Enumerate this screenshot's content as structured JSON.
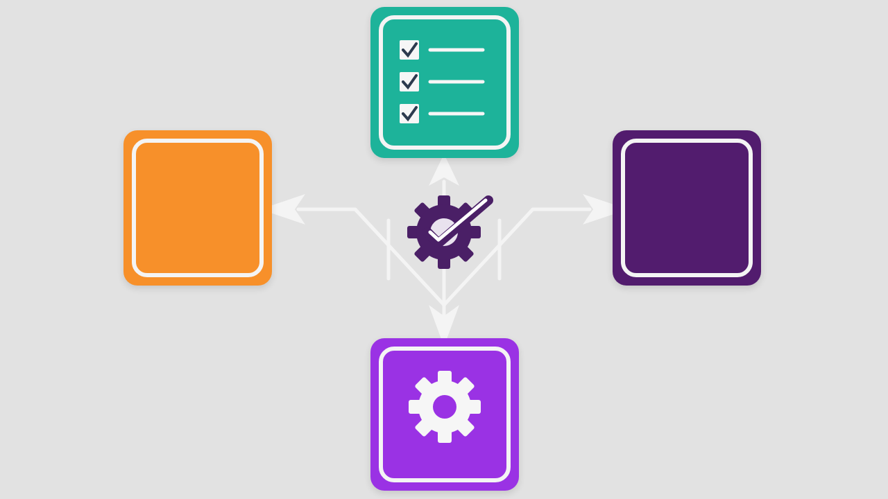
{
  "diagram": {
    "nodes": [
      {
        "id": "top",
        "icon": "checklist-icon",
        "color": "#1db39a",
        "checklist_items": 3
      },
      {
        "id": "left",
        "icon": "none",
        "color": "#f7902a"
      },
      {
        "id": "right",
        "icon": "none",
        "color": "#521c6e"
      },
      {
        "id": "bottom",
        "icon": "gear-icon",
        "color": "#9a32e4"
      }
    ],
    "hub": {
      "icon": "gear-check-icon",
      "color": "#4a1f66",
      "check_color": "#ffffff"
    },
    "connector_color": "#f4f4f4",
    "background": "#e2e2e2"
  }
}
